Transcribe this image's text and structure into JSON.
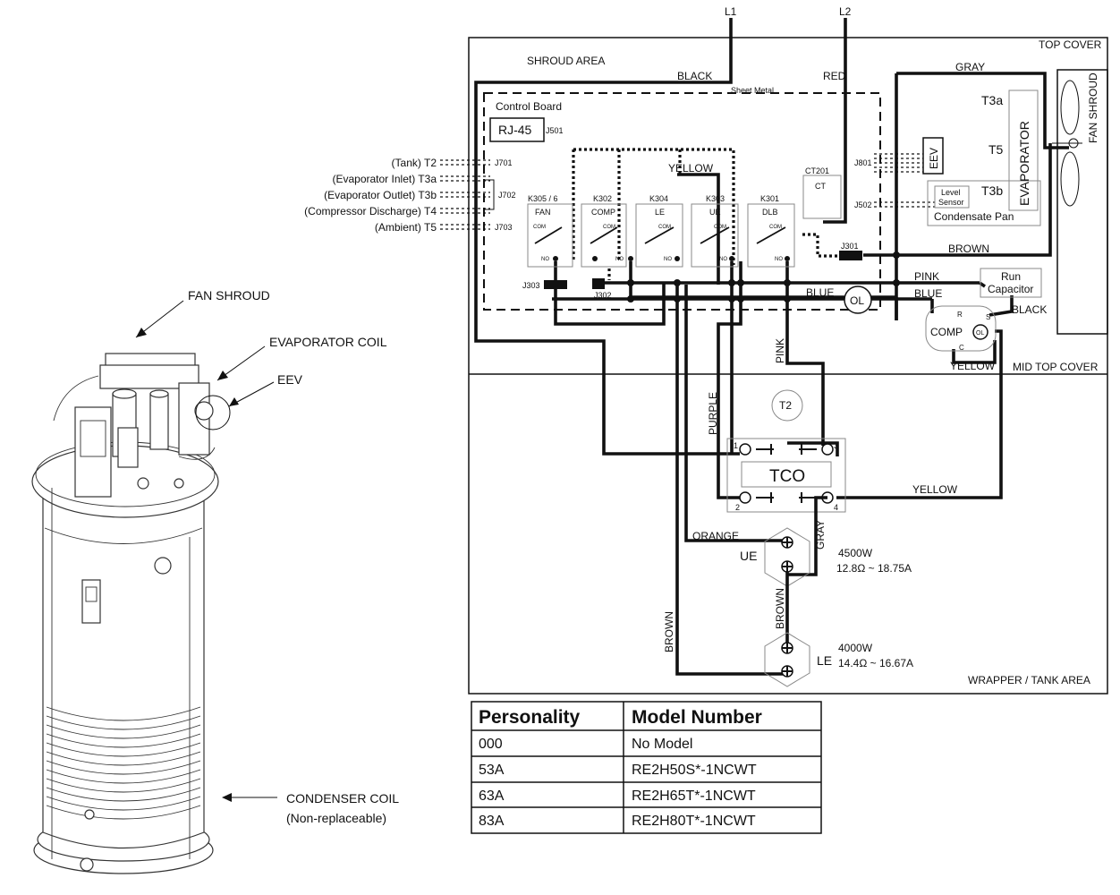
{
  "supply": {
    "l1": "L1",
    "l2": "L2"
  },
  "areas": {
    "shroud": "SHROUD AREA",
    "top_cover": "TOP COVER",
    "mid_top_cover": "MID TOP COVER",
    "wrapper": "WRAPPER / TANK AREA",
    "fan_shroud_side": "FAN SHROUD",
    "sheet_metal": "Sheet Metal"
  },
  "board": {
    "title": "Control Board",
    "rj45": "RJ-45",
    "j501": "J501",
    "j701": "J701",
    "j702": "J702",
    "j703": "J703",
    "j801": "J801",
    "j502": "J502",
    "j301": "J301",
    "j302": "J302",
    "j303": "J303",
    "ct201": "CT201",
    "ct": "CT"
  },
  "sensors": [
    "(Tank) T2",
    "(Evaporator Inlet) T3a",
    "(Evaporator Outlet) T3b",
    "(Compressor Discharge) T4",
    "(Ambient) T5"
  ],
  "relays": [
    {
      "id": "K305 / 6",
      "name": "FAN"
    },
    {
      "id": "K302",
      "name": "COMP"
    },
    {
      "id": "K304",
      "name": "LE"
    },
    {
      "id": "K303",
      "name": "UE"
    },
    {
      "id": "K301",
      "name": "DLB"
    }
  ],
  "relay_terms": {
    "com": "COM",
    "no": "NO"
  },
  "wires": {
    "black": "BLACK",
    "red": "RED",
    "gray": "GRAY",
    "yellow": "YELLOW",
    "brown": "BROWN",
    "pink": "PINK",
    "blue": "BLUE",
    "purple": "PURPLE",
    "orange": "ORANGE"
  },
  "components": {
    "eev": "EEV",
    "evaporator": "EVAPORATOR",
    "t3a": "T3a",
    "t5": "T5",
    "t3b": "T3b",
    "level_sensor_1": "Level",
    "level_sensor_2": "Sensor",
    "condensate_pan": "Condensate Pan",
    "run_cap_1": "Run",
    "run_cap_2": "Capacitor",
    "ol": "OL",
    "comp": "COMP",
    "r": "R",
    "s": "S",
    "c": "C",
    "t2": "T2",
    "tco": "TCO",
    "tco_terms": [
      "1",
      "2",
      "3",
      "4"
    ],
    "ue": "UE",
    "le": "LE",
    "ue_watts": "4500W",
    "ue_spec": "12.8Ω ~ 18.75A",
    "le_watts": "4000W",
    "le_spec": "14.4Ω ~ 16.67A"
  },
  "callouts": {
    "fan_shroud": "FAN SHROUD",
    "evaporator_coil": "EVAPORATOR COIL",
    "eev": "EEV",
    "condenser_coil": "CONDENSER COIL",
    "condenser_note": "(Non-replaceable)"
  },
  "table": {
    "headers": [
      "Personality",
      "Model Number"
    ],
    "rows": [
      [
        "000",
        "No Model"
      ],
      [
        "53A",
        "RE2H50S*-1NCWT"
      ],
      [
        "63A",
        "RE2H65T*-1NCWT"
      ],
      [
        "83A",
        "RE2H80T*-1NCWT"
      ]
    ]
  }
}
